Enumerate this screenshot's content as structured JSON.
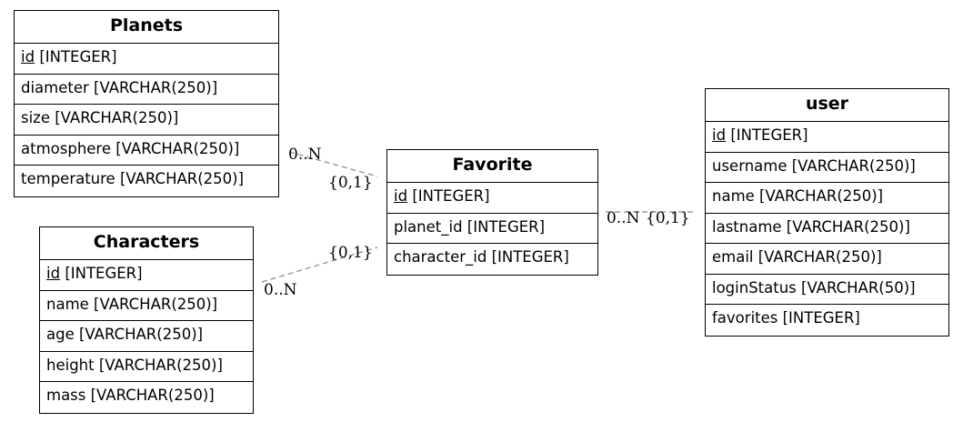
{
  "entities": {
    "planets": {
      "title": "Planets",
      "pk": {
        "name": "id",
        "type": "[INTEGER]"
      },
      "fields": [
        "diameter [VARCHAR(250)]",
        "size [VARCHAR(250)]",
        "atmosphere [VARCHAR(250)]",
        "temperature [VARCHAR(250)]"
      ]
    },
    "characters": {
      "title": "Characters",
      "pk": {
        "name": "id",
        "type": "[INTEGER]"
      },
      "fields": [
        "name [VARCHAR(250)]",
        "age [VARCHAR(250)]",
        "height [VARCHAR(250)]",
        "mass [VARCHAR(250)]"
      ]
    },
    "favorite": {
      "title": "Favorite",
      "pk": {
        "name": "id",
        "type": "[INTEGER]"
      },
      "fields": [
        "planet_id [INTEGER]",
        "character_id [INTEGER]"
      ]
    },
    "user": {
      "title": "user",
      "pk": {
        "name": "id",
        "type": "[INTEGER]"
      },
      "fields": [
        "username [VARCHAR(250)]",
        "name [VARCHAR(250)]",
        "lastname [VARCHAR(250)]",
        "email [VARCHAR(250)]",
        "loginStatus [VARCHAR(50)]",
        "favorites [INTEGER]"
      ]
    }
  },
  "relations": {
    "planets_favorite": {
      "many": "0..N",
      "one": "{0,1}"
    },
    "characters_favorite": {
      "many": "0..N",
      "one": "{0,1}"
    },
    "favorite_user": {
      "many": "0..N",
      "one": "{0,1}"
    }
  },
  "colors": {
    "line": "#000000",
    "relation": "#888888",
    "background": "#ffffff"
  }
}
